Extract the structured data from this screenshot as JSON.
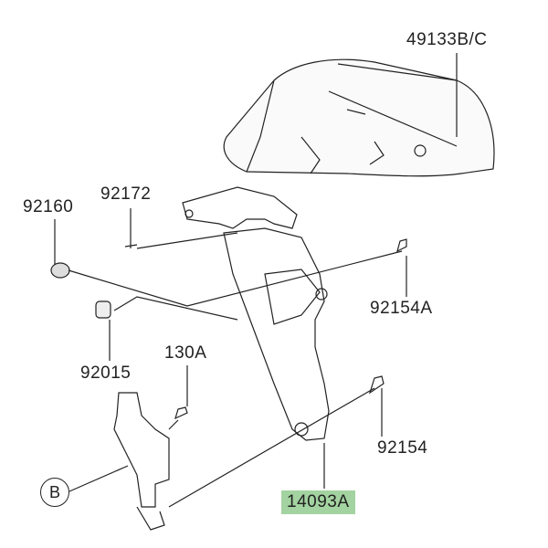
{
  "parts": [
    {
      "id": "49133B/C"
    },
    {
      "id": "92172"
    },
    {
      "id": "92160"
    },
    {
      "id": "92154A"
    },
    {
      "id": "92015"
    },
    {
      "id": "130A"
    },
    {
      "id": "92154"
    },
    {
      "id": "14093A",
      "highlighted": true
    }
  ],
  "reference_marker": "B",
  "highlight_color": "#a3d3a0"
}
